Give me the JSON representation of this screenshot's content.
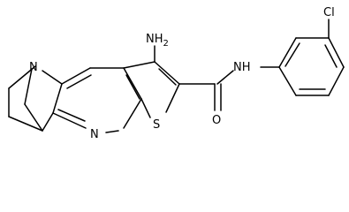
{
  "figure": {
    "type": "chemical-structure",
    "background": "#ffffff",
    "line_color": "#000000"
  },
  "atoms": {
    "n_bridgehead": "N",
    "amine": "NH",
    "amine_subscript": "2",
    "pyridine_n": "N",
    "sulfur": "S",
    "carbonyl_o": "O",
    "amide_nh": "NH",
    "chlorine": "Cl"
  }
}
